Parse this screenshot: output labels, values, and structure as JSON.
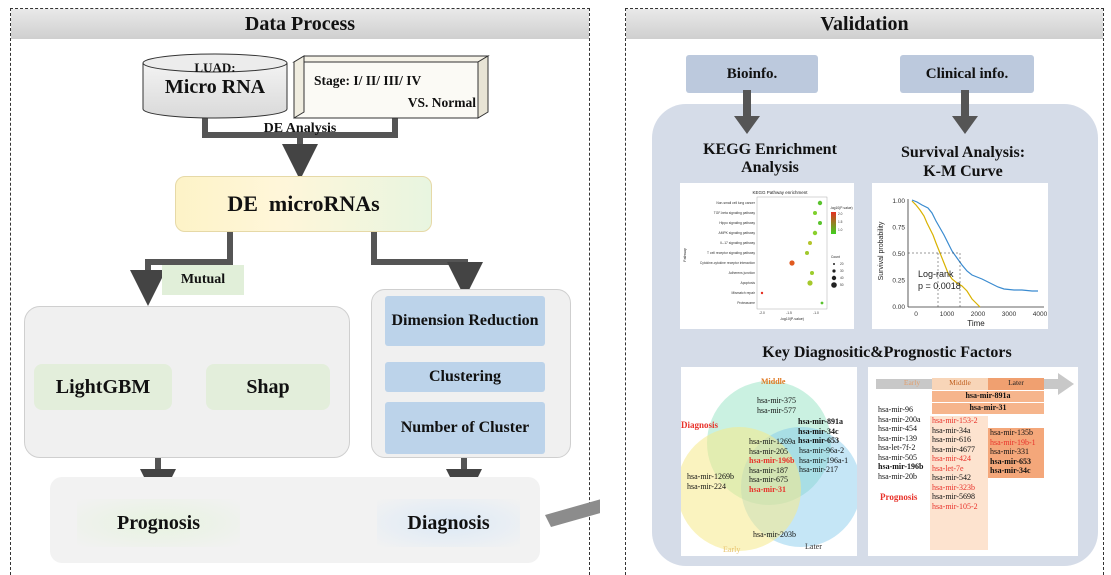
{
  "left": {
    "title": "Data Process",
    "db_label_1": "LUAD:",
    "db_label_2": "Micro RNA",
    "stage_label_1": "Stage: I/ II/ III/ IV",
    "stage_label_2": "VS. Normal",
    "de_analysis": "DE Analysis",
    "de_micrornas": "DE  microRNAs",
    "mutual": "Mutual",
    "lightgbm": "LightGBM",
    "shap": "Shap",
    "dimension_reduction": "Dimension Reduction",
    "clustering": "Clustering",
    "number_of_cluster": "Number of Cluster",
    "prognosis": "Prognosis",
    "diagnosis": "Diagnosis"
  },
  "right": {
    "title": "Validation",
    "bioinfo": "Bioinfo.",
    "clinical": "Clinical info.",
    "kegg_title": "KEGG Enrichment Analysis",
    "survival_title_1": "Survival Analysis:",
    "survival_title_2": "K-M Curve",
    "key_factors": "Key Diagnositic&Prognostic Factors"
  },
  "kegg": {
    "title": "KEGG Pathway enrichment",
    "ylabel": "Pathway",
    "xlabel": "-log10(P-value)",
    "pathways": [
      "Non-small cell lung cancer",
      "TGF-beta signaling pathway",
      "Hippo signaling pathway",
      "AMPK signaling pathway",
      "IL-17 signaling pathway",
      "T cell receptor signaling pathway",
      "Cytokine-cytokine receptor interaction",
      "Adherens junction",
      "Apoptosis",
      "Mismatch repair",
      "Proteasome"
    ],
    "ticks": [
      "-2.0",
      "-1.5",
      "-1.0"
    ],
    "legend_title": "-log10(P-value)",
    "legend_vals": [
      "2.0",
      "1.5",
      "1.0"
    ],
    "count_title": "Count",
    "count_vals": [
      "20",
      "30",
      "40",
      "50"
    ]
  },
  "km": {
    "ylabel": "Survival probability",
    "xlabel": "Time",
    "yticks": [
      "1.00",
      "0.75",
      "0.50",
      "0.25",
      "0.00"
    ],
    "xticks": [
      "0",
      "1000",
      "2000",
      "3000",
      "4000"
    ],
    "logrank": "Log-rank",
    "pvalue": "p = 0.0018"
  },
  "venn": {
    "diagnosis": "Diagnosis",
    "middle": "Middle",
    "early": "Early",
    "later": "Later",
    "middle_only": [
      "hsa-mir-375",
      "hsa-mir-577"
    ],
    "middle_later": [
      "hsa-mir-891a",
      "hsa-mir-34c",
      "hsa-mir-653"
    ],
    "center": [
      "hsa-mir-1269a",
      "hsa-mir-205",
      "hsa-mir-196b",
      "hsa-mir-187",
      "hsa-mir-675",
      "hsa-mir-31"
    ],
    "later_part": [
      "hsa-mir-96a-2",
      "hsa-mir-196a-1",
      "hsa-mir-217"
    ],
    "early_only": [
      "hsa-mir-1269b",
      "hsa-mir-224"
    ],
    "early_later": "hsa-mir-203b"
  },
  "prog": {
    "early": "Early",
    "middle": "Middle",
    "later": "Later",
    "prognosis": "Prognosis",
    "row1": "hsa-mir-891a",
    "row2": "hsa-mir-31",
    "early_list": [
      "hsa-mir-96",
      "hsa-mir-200a",
      "hsa-mir-454",
      "hsa-mir-139",
      "hsa-let-7f-2",
      "hsa-mir-505",
      "hsa-mir-196b",
      "hsa-mir-20b"
    ],
    "middle_list": [
      "hsa-mir-153-2",
      "hsa-mir-34a",
      "hsa-mir-616",
      "hsa-mir-4677",
      "hsa-mir-424",
      "hsa-let-7e",
      "hsa-mir-542",
      "hsa-mir-323b",
      "hsa-mir-5698",
      "hsa-mir-105-2"
    ],
    "later_list": [
      "hsa-mir-135b",
      "hsa-mir-19b-1",
      "hsa-mir-331",
      "hsa-mir-653",
      "hsa-mir-34c"
    ]
  }
}
